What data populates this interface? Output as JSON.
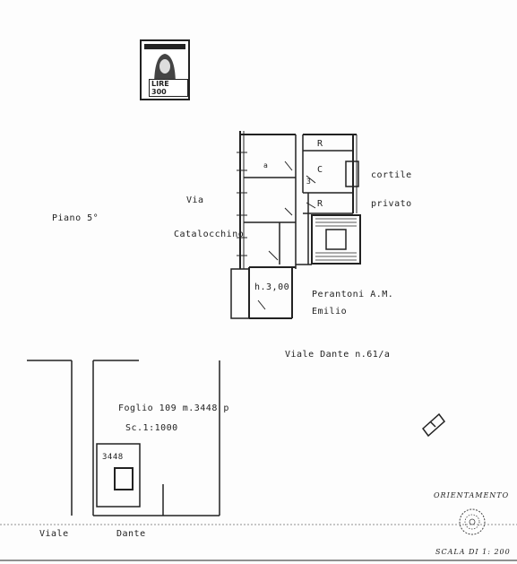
{
  "stamp": {
    "value": "LIRE 300",
    "icon": "revenue-stamp-madonna-icon"
  },
  "floor_label": "Piano 5°",
  "rooms": {
    "r1": "R",
    "c": "C",
    "r2": "R",
    "room_a": "a",
    "room_3": "3",
    "height": "h.3,00"
  },
  "street_labels": {
    "via": "Via",
    "catalocchino": "Catalocchino",
    "cortile": "cortile",
    "privato": "privato",
    "owner_line1": "Perantoni A.M.",
    "owner_line2": "Emilio",
    "viale_dante_address": "Viale Dante n.61/a"
  },
  "map": {
    "foglio": "Foglio 109 m.3448 p",
    "scale": "Sc.1:1000",
    "parcel": "3448",
    "street_viale": "Viale",
    "street_dante": "Dante"
  },
  "footer": {
    "orientamento": "ORIENTAMENTO",
    "scala": "SCALA DI 1: 200"
  },
  "colors": {
    "ink": "#222222",
    "paper": "#fdfdfd"
  }
}
